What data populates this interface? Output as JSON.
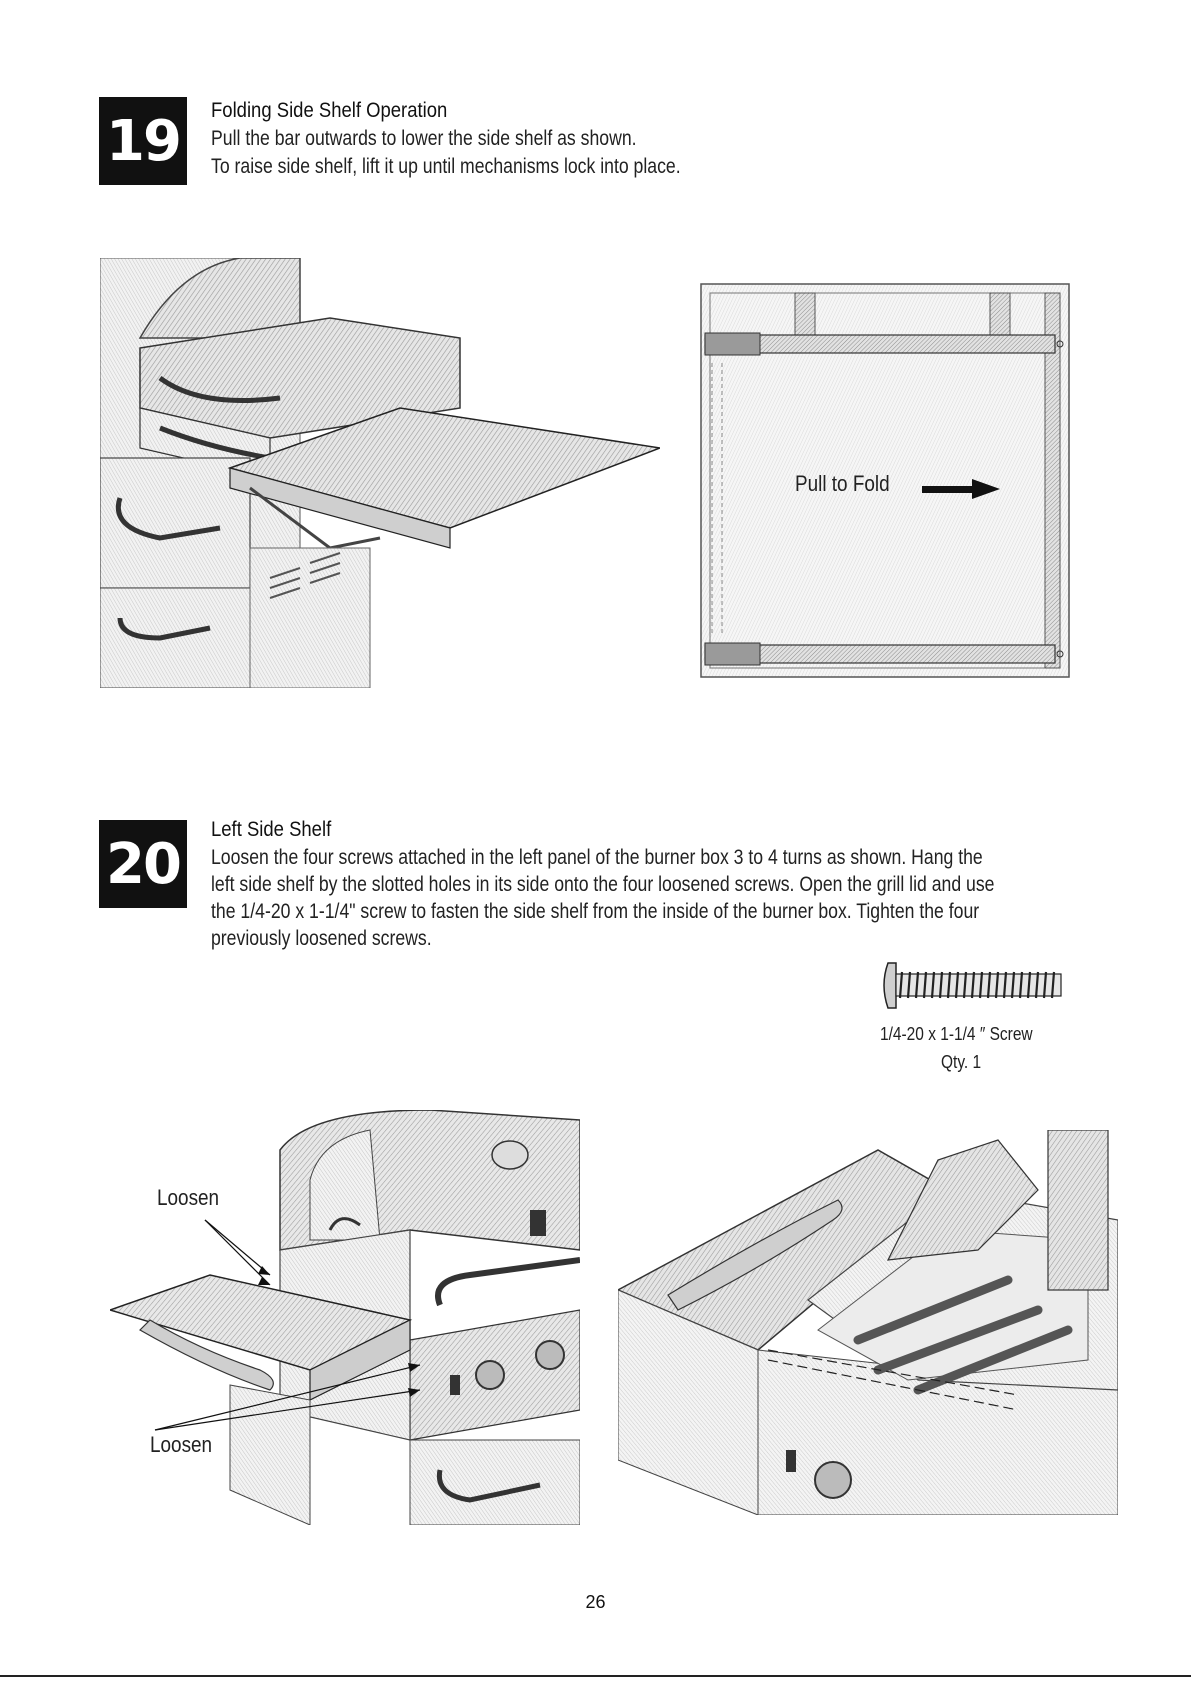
{
  "step19": {
    "number": "19",
    "title": "Folding Side Shelf Operation",
    "lines": [
      "Pull the bar outwards to lower the side shelf as shown.",
      "To raise side shelf, lift it up until mechanisms lock into place."
    ],
    "callout": "Pull to Fold"
  },
  "step20": {
    "number": "20",
    "title": "Left Side Shelf",
    "lines": [
      "Loosen the four screws attached in the left panel of the burner box 3 to 4 turns as shown. Hang the",
      "left side shelf by the slotted holes in its side onto the four loosened screws. Open the grill lid and use",
      "the 1/4-20 x 1-1/4\" screw to fasten the side shelf from the inside of the burner box. Tighten the four",
      "previously loosened screws."
    ],
    "screw_caption": "1/4-20 x 1-1/4 ″  Screw",
    "screw_qty": "Qty. 1",
    "loosen_top": "Loosen",
    "loosen_bottom": "Loosen"
  },
  "page_number": "26"
}
